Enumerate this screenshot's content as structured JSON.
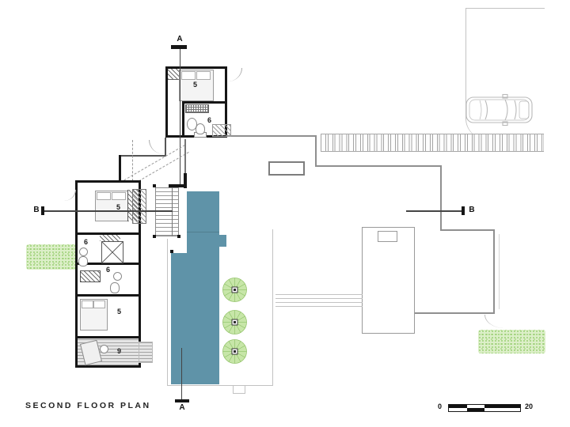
{
  "title": "SECOND FLOOR PLAN",
  "sections": {
    "a": "A",
    "b": "B"
  },
  "rooms": {
    "bedroom_top": "5",
    "bath_top": "6",
    "bedroom_left_upper": "5",
    "bath_left_upper": "6",
    "bath_left_lower": "6",
    "bedroom_left_lower": "5",
    "deck_lower": "9"
  },
  "scale_bar": {
    "start": "0",
    "end": "20"
  },
  "colors": {
    "pool": "#5f93a8",
    "walls": "#161616",
    "roof_outline": "#8f8f8f",
    "light_outline": "#c2c2c2",
    "grass_fill": "#dcefc8",
    "grass_speckle": "#8cc963",
    "tree_fill": "#c7e6a8",
    "tree_stroke": "#95c46c"
  }
}
